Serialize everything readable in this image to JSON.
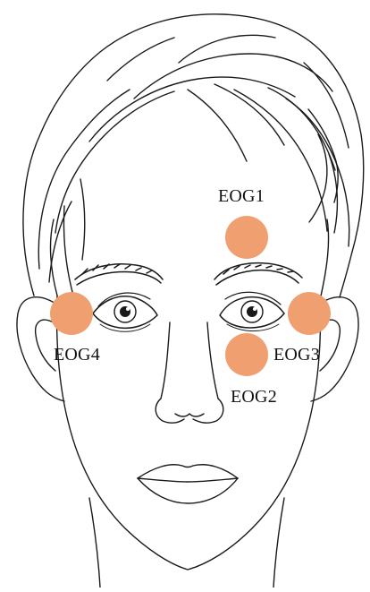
{
  "electrodes": [
    {
      "id": "eog1",
      "label": "EOG1",
      "position": "forehead-between-brows"
    },
    {
      "id": "eog2",
      "label": "EOG2",
      "position": "below-left-eye"
    },
    {
      "id": "eog3",
      "label": "EOG3",
      "position": "outer-canthus-left-eye"
    },
    {
      "id": "eog4",
      "label": "EOG4",
      "position": "outer-canthus-right-eye"
    }
  ],
  "colors": {
    "electrode": "#f0a070",
    "line": "#1a1a1a",
    "background": "#ffffff"
  }
}
